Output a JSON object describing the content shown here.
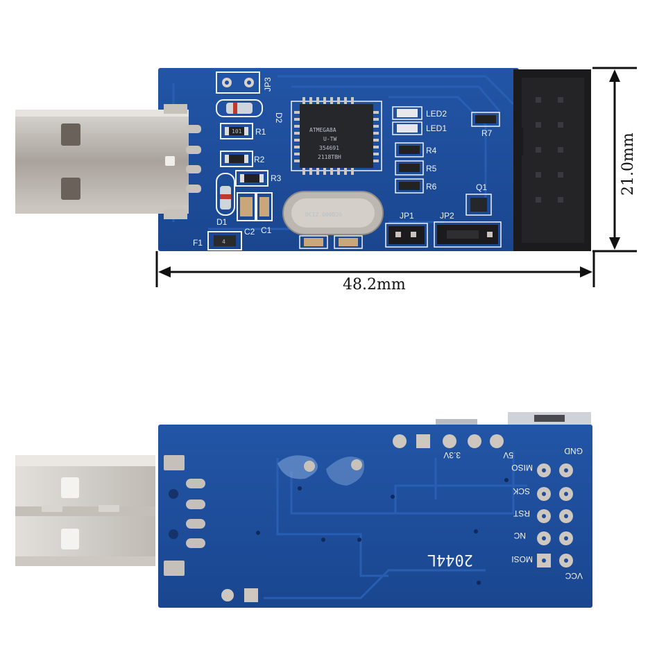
{
  "top_board": {
    "labels": {
      "jp3": "JP3",
      "d2": "D2",
      "r1": "R1",
      "r2": "R2",
      "r3": "R3",
      "d1": "D1",
      "c2": "C2",
      "c1": "C1",
      "f1": "F1",
      "led2": "LED2",
      "led1": "LED1",
      "r4": "R4",
      "r5": "R5",
      "r6": "R6",
      "r7": "R7",
      "jp1": "JP1",
      "jp2": "JP2",
      "q1": "Q1"
    },
    "chip": {
      "line1": "ATMEGA8A",
      "line2": "U-TW",
      "line3": "354691",
      "line4": "2118TBH"
    },
    "crystal": "DC12.000B20",
    "fuse_mark": "4",
    "resistor_mark": "101"
  },
  "dimensions": {
    "width_label": "48.2mm",
    "height_label": "21.0mm"
  },
  "bottom_board": {
    "power_labels": {
      "v33": "3.3V",
      "v5": "5V"
    },
    "pin_labels_left": [
      "MISO",
      "SCK",
      "RST",
      "NC",
      "MOSI"
    ],
    "pin_labels_right": {
      "gnd": "GND",
      "vcc": "VCC"
    },
    "serial": "2044L"
  },
  "colors": {
    "pcb_blue": "#1f4e9a",
    "pcb_dark": "#163f86",
    "trace": "#2a60b5",
    "silk": "#f2f4f8",
    "header_black": "#1b1b1d",
    "usb_metal": "#b9b4ae"
  }
}
